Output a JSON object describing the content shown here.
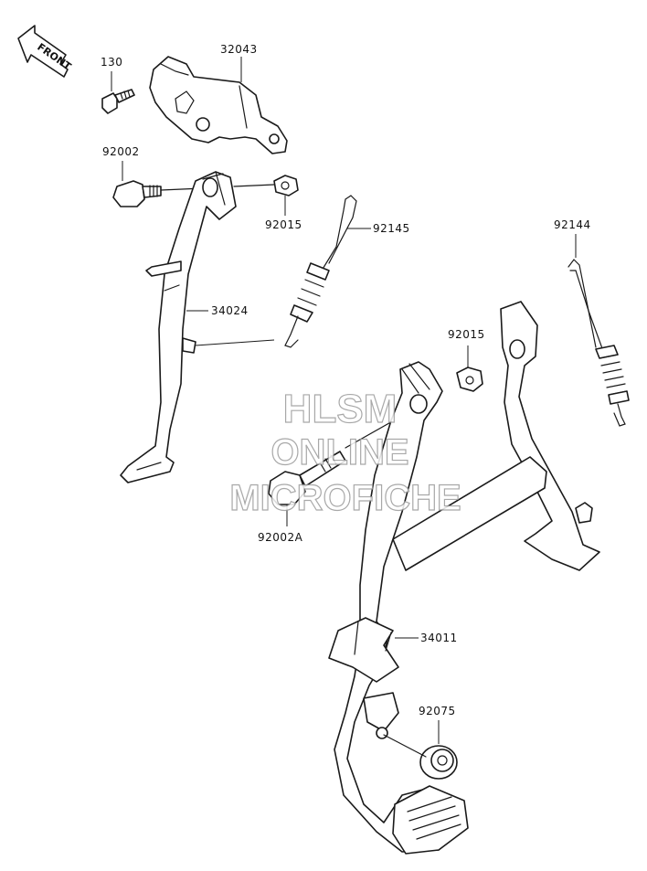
{
  "front_label": "FRONT",
  "parts": {
    "p130": "130",
    "p32043": "32043",
    "p92002": "92002",
    "p92015a": "92015",
    "p92145": "92145",
    "p92144": "92144",
    "p34024": "34024",
    "p92015b": "92015",
    "p92002A": "92002A",
    "p34011": "34011",
    "p92075": "92075"
  },
  "watermark": {
    "line1": "HLSM",
    "line2": "ONLINE",
    "line3": "MICROFICHE"
  }
}
